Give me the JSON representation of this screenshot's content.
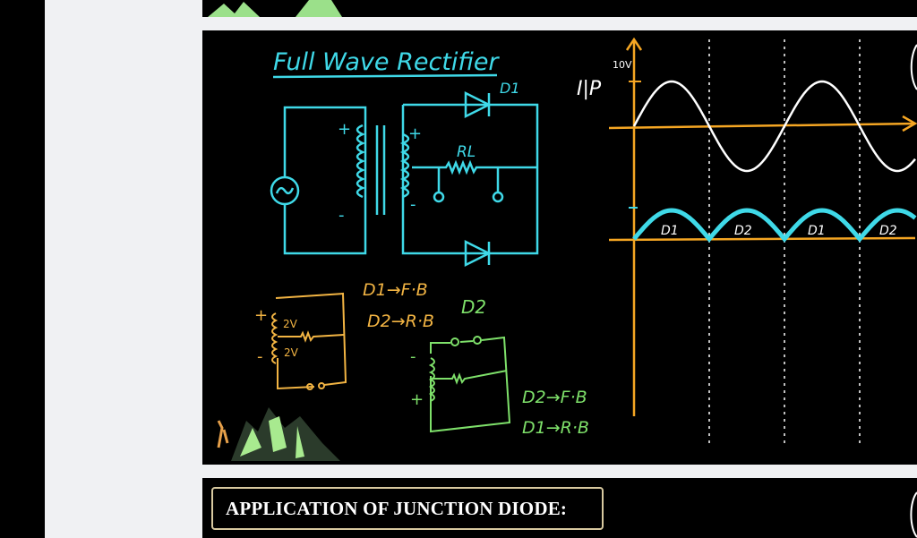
{
  "slide": {
    "title": "Full Wave Rectifier",
    "circuit": {
      "d1_label": "D1",
      "d2_label": "D2",
      "load_label": "RL",
      "plus": "+",
      "minus": "-"
    },
    "case1": {
      "line1": "D1→F·B",
      "line2": "D2→R·B",
      "v_top": "2V",
      "v_bottom": "2V",
      "plus": "+",
      "minus": "-"
    },
    "case2": {
      "line1": "D2→F·B",
      "line2": "D1→R·B",
      "plus": "+",
      "minus": "-"
    },
    "graph": {
      "input_label": "I|P",
      "amplitude_label": "10V",
      "output_segments": [
        "D1",
        "D2",
        "D1",
        "D2"
      ]
    }
  },
  "banner": {
    "title": "APPLICATION OF JUNCTION DIODE:"
  },
  "colors": {
    "cyan": "#3fd9e8",
    "orange": "#f5a623",
    "yellow": "#f2c14e",
    "green": "#7ee06a",
    "white": "#ffffff",
    "background": "#000000"
  }
}
